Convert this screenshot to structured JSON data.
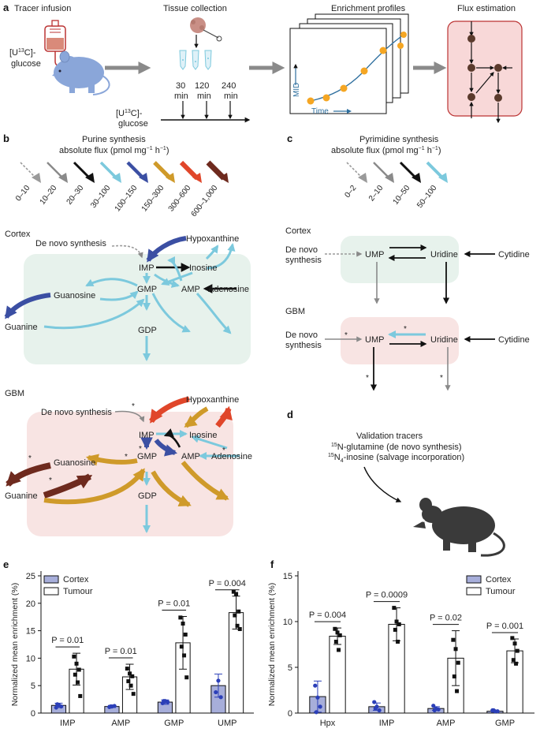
{
  "panel_a": {
    "letter": "a",
    "steps": [
      "Tracer infusion",
      "Tissue collection",
      "Enrichment profiles",
      "Flux estimation"
    ],
    "tracer_label": [
      "[U",
      "13",
      "C]-",
      "glucose"
    ],
    "timeline_label": [
      "[U",
      "13",
      "C]-",
      "glucose"
    ],
    "times": [
      "30",
      "120",
      "240"
    ],
    "time_unit": "min",
    "plot_xlabel": "Time",
    "plot_ylabel": "MID"
  },
  "panel_b": {
    "letter": "b",
    "title_line1": "Purine synthesis",
    "title_line2": "absolute flux (pmol mg",
    "title_exp1": "−1",
    "title_mid": " h",
    "title_exp2": "−1",
    "title_end": ")",
    "legend_ranges": [
      "0–10",
      "10–20",
      "20–30",
      "30–100",
      "100–150",
      "150–300",
      "300–600",
      "600–1,000"
    ],
    "cortex_label": "Cortex",
    "gbm_label": "GBM",
    "nodes": {
      "de_novo": "De novo synthesis",
      "hypoxanthine": "Hypoxanthine",
      "imp": "IMP",
      "inosine": "Inosine",
      "gmp": "GMP",
      "amp": "AMP",
      "adenosine": "Adenosine",
      "guanosine": "Guanosine",
      "guanine": "Guanine",
      "gdp": "GDP"
    },
    "star": "*"
  },
  "panel_c": {
    "letter": "c",
    "title_line1": "Pyrimidine synthesis",
    "title_line2": "absolute flux (pmol mg",
    "title_exp1": "−1",
    "title_mid": " h",
    "title_exp2": "−1",
    "title_end": ")",
    "legend_ranges": [
      "0–2",
      "2–10",
      "10–50",
      "50–100"
    ],
    "cortex_label": "Cortex",
    "gbm_label": "GBM",
    "nodes": {
      "de_novo_1": "De novo",
      "de_novo_2": "synthesis",
      "ump": "UMP",
      "uridine": "Uridine",
      "cytidine": "Cytidine"
    },
    "star": "*"
  },
  "panel_d": {
    "letter": "d",
    "title": "Validation tracers",
    "tracer1_sup": "15",
    "tracer1": "N-glutamine (de novo synthesis)",
    "tracer2_sup": "15",
    "tracer2_mid": "N",
    "tracer2_sub": "4",
    "tracer2": "-inosine (salvage incorporation)"
  },
  "colors": {
    "flux_0": "#9a9a9a",
    "flux_1": "#8a8a8a",
    "flux_2": "#111111",
    "flux_3": "#7cc9dd",
    "flux_4": "#3b4fa3",
    "flux_5": "#cf9a2a",
    "flux_6": "#e0462a",
    "flux_7": "#6e2a1e",
    "cortex_bg": "#e7f2ec",
    "gbm_bg": "#f8e4e3",
    "arrow_grey": "#8a8a8a",
    "cortex_bar": "#a7aeda",
    "tumour_bar": "#ffffff",
    "mouse": "#8aa6d9",
    "mouse_dark": "#3a3a3a"
  },
  "chart_data": [
    {
      "panel": "e",
      "type": "bar",
      "ylabel": "Normalized mean enrichment (%)",
      "ylim": [
        0,
        25
      ],
      "yticks": [
        "0",
        "5",
        "10",
        "15",
        "20",
        "25"
      ],
      "categories": [
        "IMP",
        "AMP",
        "GMP",
        "UMP"
      ],
      "series": [
        {
          "name": "Cortex",
          "values": [
            1.4,
            1.2,
            2.0,
            5.0
          ],
          "errors": [
            0.4,
            0.2,
            0.4,
            2.1
          ],
          "points": [
            [
              1.0,
              1.5,
              1.2,
              1.6
            ],
            [
              1.1,
              1.2,
              1.3,
              1.2
            ],
            [
              1.8,
              2.2,
              2.0,
              2.2
            ],
            [
              3.8,
              5.9,
              2.9
            ]
          ]
        },
        {
          "name": "Tumour",
          "values": [
            8.0,
            6.6,
            12.8,
            18.3
          ],
          "errors": [
            2.9,
            2.3,
            4.8,
            3.0
          ],
          "points": [
            [
              10.3,
              9.0,
              7.9,
              7.0,
              5.6,
              3.1
            ],
            [
              8.1,
              7.2,
              6.7,
              5.8,
              5.0,
              3.5
            ],
            [
              17.4,
              16.3,
              14.3,
              12.1,
              10.5,
              6.5
            ],
            [
              22.1,
              21.7,
              18.5,
              17.8,
              15.9,
              15.3
            ]
          ]
        }
      ],
      "pvalues": [
        "P = 0.01",
        "P = 0.01",
        "P = 0.01",
        "P = 0.004"
      ]
    },
    {
      "panel": "f",
      "type": "bar",
      "ylabel": "Normalized mean enrichment (%)",
      "ylim": [
        0,
        15
      ],
      "yticks": [
        "0",
        "5",
        "10",
        "15"
      ],
      "categories": [
        "Hpx",
        "IMP",
        "AMP",
        "GMP"
      ],
      "series": [
        {
          "name": "Cortex",
          "values": [
            1.8,
            0.7,
            0.5,
            0.2
          ],
          "errors": [
            1.7,
            0.4,
            0.2,
            0.1
          ],
          "points": [
            [
              3.0,
              1.7,
              0.7,
              0.1
            ],
            [
              1.2,
              0.7,
              0.3,
              0.5
            ],
            [
              0.8,
              0.5,
              0.4,
              0.3
            ],
            [
              0.3,
              0.2,
              0.2,
              0.3
            ]
          ]
        },
        {
          "name": "Tumour",
          "values": [
            8.4,
            9.7,
            6.0,
            6.8
          ],
          "errors": [
            0.9,
            1.8,
            3.0,
            1.3
          ],
          "points": [
            [
              9.2,
              8.8,
              8.5,
              7.8,
              6.9
            ],
            [
              11.5,
              10.0,
              9.7,
              9.1,
              7.8
            ],
            [
              8.0,
              7.0,
              5.5,
              4.0,
              2.4
            ],
            [
              8.2,
              7.6,
              6.8,
              5.8,
              5.4
            ]
          ]
        }
      ],
      "pvalues": [
        "P = 0.004",
        "P = 0.0009",
        "P = 0.02",
        "P = 0.001"
      ]
    }
  ],
  "legend_labels": {
    "cortex": "Cortex",
    "tumour": "Tumour"
  },
  "panel_letters": {
    "e": "e",
    "f": "f"
  }
}
